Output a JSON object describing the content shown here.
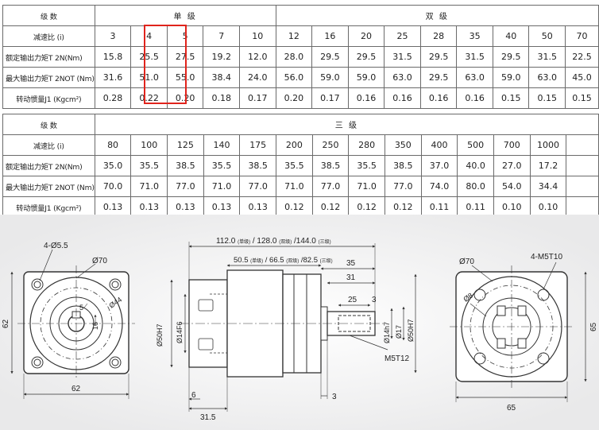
{
  "table1": {
    "row_labels": [
      "级 数",
      "减速比 (i)",
      "额定输出力矩T 2N(Nm)",
      "最大输出力矩T 2NOT (Nm)",
      "转动惯量J1 (Kgcm²)"
    ],
    "group_single": "单 级",
    "group_double": "双 级",
    "ratios": [
      "3",
      "4",
      "5",
      "7",
      "10",
      "12",
      "16",
      "20",
      "25",
      "28",
      "35",
      "40",
      "50",
      "70"
    ],
    "rated_torque": [
      "15.8",
      "25.5",
      "27.5",
      "19.2",
      "12.0",
      "28.0",
      "29.5",
      "29.5",
      "31.5",
      "29.5",
      "31.5",
      "29.5",
      "31.5",
      "22.5"
    ],
    "max_torque": [
      "31.6",
      "51.0",
      "55.0",
      "38.4",
      "24.0",
      "56.0",
      "59.0",
      "59.0",
      "63.0",
      "29.5",
      "63.0",
      "59.0",
      "63.0",
      "45.0"
    ],
    "inertia": [
      "0.28",
      "0.22",
      "0.20",
      "0.18",
      "0.17",
      "0.20",
      "0.17",
      "0.16",
      "0.16",
      "0.16",
      "0.16",
      "0.15",
      "0.15",
      "0.15"
    ]
  },
  "table2": {
    "row_labels": [
      "级 数",
      "减速比 (i)",
      "额定输出力矩T 2N(Nm)",
      "最大输出力矩T 2NOT (Nm)",
      "转动惯量J1 (Kgcm²)"
    ],
    "group_triple": "三 级",
    "ratios": [
      "80",
      "100",
      "125",
      "140",
      "175",
      "200",
      "250",
      "280",
      "350",
      "400",
      "500",
      "700",
      "1000",
      ""
    ],
    "rated_torque": [
      "35.0",
      "35.5",
      "38.5",
      "35.5",
      "38.5",
      "35.5",
      "38.5",
      "35.5",
      "38.5",
      "37.0",
      "40.0",
      "27.0",
      "17.2",
      ""
    ],
    "max_torque": [
      "70.0",
      "71.0",
      "77.0",
      "71.0",
      "77.0",
      "71.0",
      "77.0",
      "71.0",
      "77.0",
      "74.0",
      "80.0",
      "54.0",
      "34.4",
      ""
    ],
    "inertia": [
      "0.13",
      "0.13",
      "0.13",
      "0.13",
      "0.13",
      "0.12",
      "0.12",
      "0.12",
      "0.12",
      "0.11",
      "0.11",
      "0.10",
      "0.10",
      ""
    ]
  },
  "highlight_color": "#e0241c",
  "drawing": {
    "front": {
      "holes": "4-Ø5.5",
      "pcd": "Ø70",
      "key": "5",
      "shaft": "16",
      "bore_dim": "Ø44",
      "height": "62",
      "width": "62"
    },
    "side": {
      "total_len": "112.0",
      "total_len_single_tag": "(单级)",
      "total_len_rest": "/ 128.0",
      "total_len_double_tag": "(双级)",
      "total_len_last": "/144.0",
      "total_len_triple_tag": "(三级)",
      "body_len": "50.5",
      "body_len_single_tag": "(单级)",
      "body_len_rest": "/ 66.5",
      "body_len_double_tag": "(双级)",
      "body_len_last": "/82.5",
      "body_len_triple_tag": "(三级)",
      "d35": "35",
      "d31": "31",
      "d25": "25",
      "d3a": "3",
      "d50h7_left": "Ø50H7",
      "d14f6": "Ø14F6",
      "d14h7": "Ø14h7",
      "d17": "Ø17",
      "d50h7_right": "Ø50H7",
      "thread": "M5T12",
      "d6": "6",
      "d3b": "3",
      "d31_5": "31.5"
    },
    "rear": {
      "pcd": "Ø70",
      "tap": "4-M5T10",
      "bore_dim": "Ø8",
      "width": "65",
      "height": "65"
    }
  }
}
